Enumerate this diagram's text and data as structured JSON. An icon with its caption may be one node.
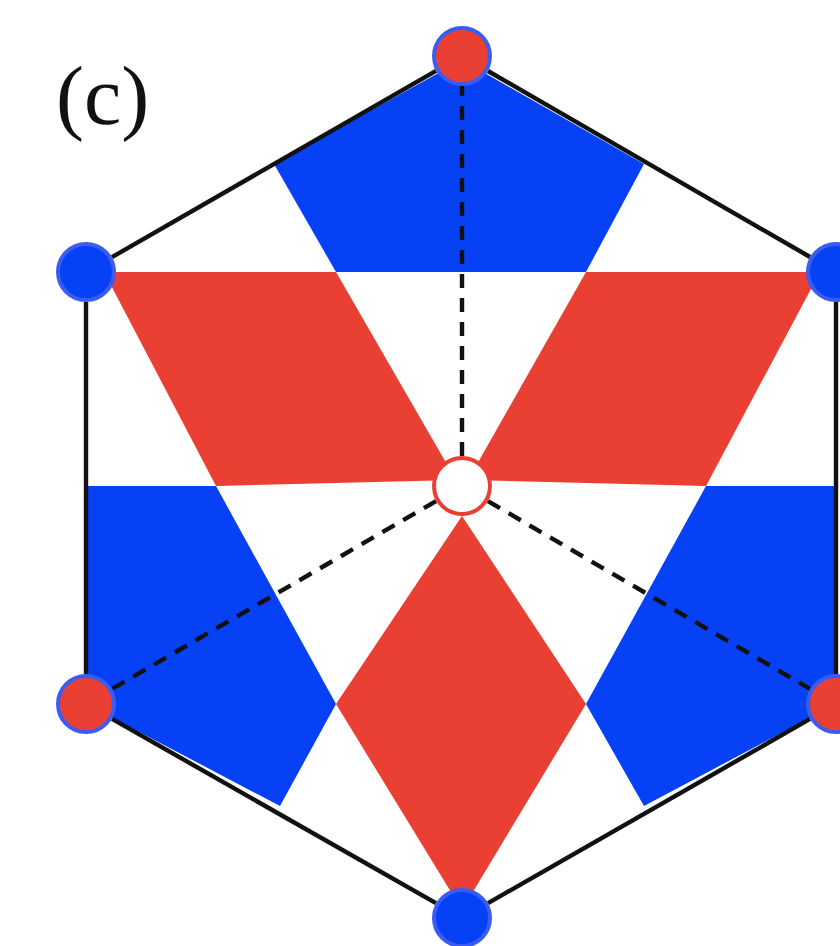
{
  "diagram": {
    "nodes": [
      {
        "text": [],
        "shape": "circle"
      },
      {
        "text": [],
        "shape": "circle"
      },
      {
        "text": [],
        "shape": "circle"
      },
      {
        "text": [],
        "shape": "circle"
      },
      {
        "text": [],
        "shape": "circle"
      },
      {
        "text": [],
        "shape": "circle"
      },
      {
        "text": [],
        "shape": "circle"
      }
    ],
    "edges": [
      {
        "from": 0,
        "to": 1,
        "arrow": "none"
      },
      {
        "from": 1,
        "to": 4,
        "arrow": "none"
      },
      {
        "from": 4,
        "to": 6,
        "arrow": "none"
      },
      {
        "from": 6,
        "to": 5,
        "arrow": "none"
      },
      {
        "from": 5,
        "to": 2,
        "arrow": "none"
      },
      {
        "from": 2,
        "to": 0,
        "arrow": "none"
      },
      {
        "from": 3,
        "to": 0,
        "arrow": "none",
        "style": "dashed"
      },
      {
        "from": 3,
        "to": 4,
        "arrow": "none",
        "style": "dashed"
      },
      {
        "from": 3,
        "to": 5,
        "arrow": "none",
        "style": "dashed"
      }
    ],
    "labels": [
      "(c)"
    ]
  }
}
